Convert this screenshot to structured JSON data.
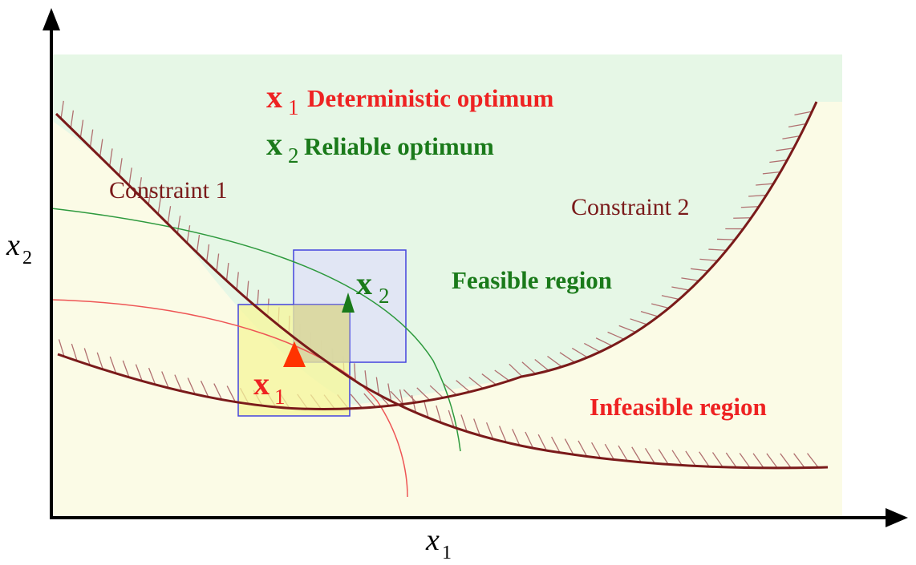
{
  "legend": {
    "x1_symbol": "x",
    "x1_subscript": "1",
    "x1_text": "Deterministic optimum",
    "x2_symbol": "x",
    "x2_subscript": "2",
    "x2_text": "Reliable optimum"
  },
  "labels": {
    "constraint_1": "Constraint 1",
    "constraint_2": "Constraint 2",
    "feasible_region": "Feasible region",
    "infeasible_region": "Infeasible region"
  },
  "points": {
    "x1_symbol": "x",
    "x1_subscript": "1",
    "x2_symbol": "x",
    "x2_subscript": "2"
  },
  "axes": {
    "x_symbol": "x",
    "x_subscript": "1",
    "y_symbol": "x",
    "y_subscript": "2"
  },
  "colors": {
    "constraint": "#7a1a1a",
    "hatch": "#b07070",
    "deterministic": "#ee2222",
    "reliable": "#1a7a1a",
    "feasible_fill": "#e6f7e6",
    "infeasible_fill": "#fbfbe6",
    "box_stroke": "#4444dd",
    "axis": "#000000"
  }
}
